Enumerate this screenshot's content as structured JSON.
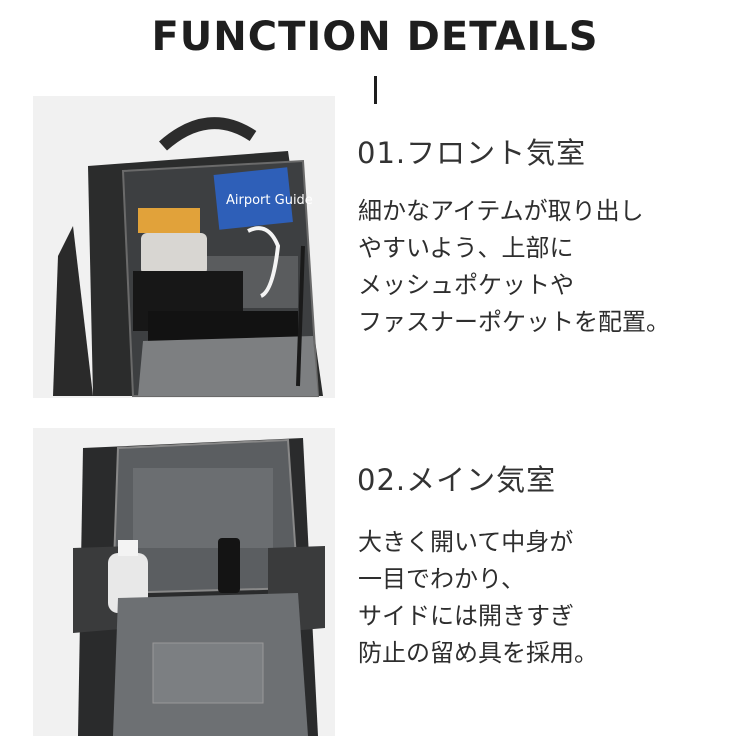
{
  "header": {
    "title": "FUNCTION DETAILS"
  },
  "sections": [
    {
      "heading": "01.フロント気室",
      "lines": [
        "細かなアイテムが取り出し",
        "やすいよう、上部に",
        "メッシュポケットや",
        "ファスナーポケットを配置。"
      ],
      "photo_label": "Airport Guide"
    },
    {
      "heading": "02.メイン気室",
      "lines": [
        "大きく開いて中身が",
        "一目でわかり、",
        "サイドには開きすぎ",
        "防止の留め具を採用。"
      ]
    }
  ]
}
